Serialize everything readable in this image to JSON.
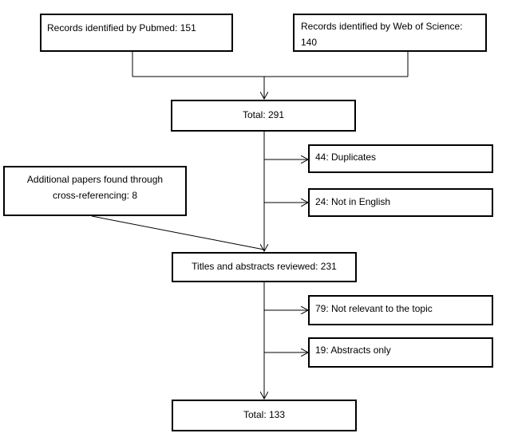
{
  "flowchart": {
    "sources": {
      "pubmed": "Records identified by Pubmed: 151",
      "wos_line1": "Records identified by Web of Science:",
      "wos_line2": "140"
    },
    "total_initial": "Total: 291",
    "exclusions_first": {
      "duplicates": "44:  Duplicates",
      "not_english": "24:  Not in English"
    },
    "additional": {
      "line1": "Additional papers found through",
      "line2": "cross-referencing: 8"
    },
    "titles_reviewed": "Titles and abstracts reviewed: 231",
    "exclusions_second": {
      "not_relevant": "79:  Not relevant to the topic",
      "abstracts_only": "19:  Abstracts only"
    },
    "total_final": "Total: 133"
  }
}
